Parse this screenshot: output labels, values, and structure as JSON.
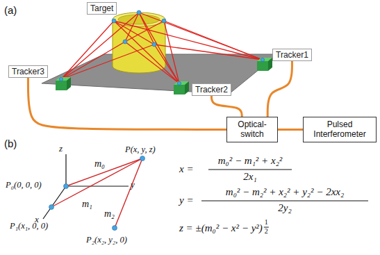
{
  "diagram": {
    "nodes": [
      {
        "text": [
          "Target"
        ]
      },
      {
        "text": [
          "Tracker1"
        ]
      },
      {
        "text": [
          "Tracker3"
        ]
      },
      {
        "text": [
          "Tracker2"
        ]
      },
      {
        "text": [
          "Optical-switch"
        ]
      },
      {
        "text": [
          "Pulsed Interferometer"
        ]
      }
    ],
    "edges": [
      {
        "from": 1,
        "to": 4,
        "arrow": "none"
      },
      {
        "from": 2,
        "to": 4,
        "arrow": "none"
      },
      {
        "from": 3,
        "to": 4,
        "arrow": "none"
      },
      {
        "from": 4,
        "to": 5,
        "arrow": "none"
      }
    ],
    "labels": [
      "(a)",
      "(b)",
      "z",
      "y",
      "x",
      "P₀(0, 0, 0)",
      "P₁(x₁, 0, 0)",
      "P₂(x₂, y₂, 0)",
      "P(x, y, z)",
      "m₀",
      "m₁",
      "m₂",
      "x =",
      "m₀² − m₁² + x₂²",
      "2x₁",
      "y =",
      "m₀² − m₂² + x₂² + y₂² − 2xx₂",
      "2y₂",
      "z = ±(m₀² − x² − y²)",
      "1",
      "2"
    ]
  }
}
